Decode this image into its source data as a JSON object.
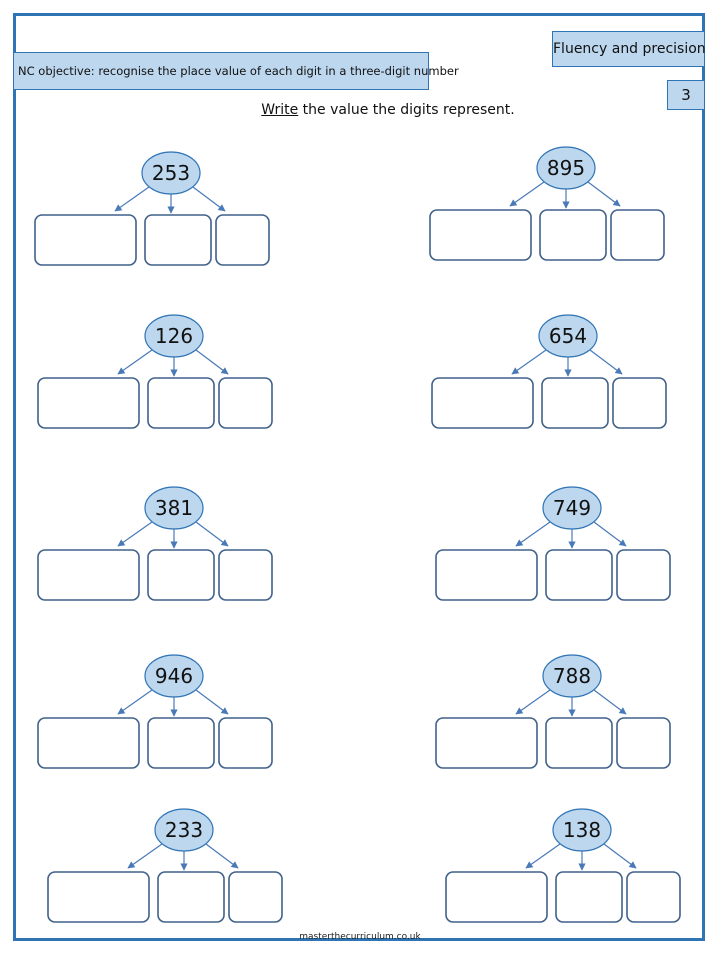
{
  "header": {
    "objective": "NC objective: recognise the place value of each digit in a three-digit number",
    "strand": "Fluency and precision",
    "page_number": "3"
  },
  "instruction": {
    "underlined": "Write",
    "rest": " the value the digits represent."
  },
  "numbers": [
    "253",
    "895",
    "126",
    "654",
    "381",
    "749",
    "946",
    "788",
    "233",
    "138"
  ],
  "footer": "masterthecurriculum.co.uk",
  "colors": {
    "border": "#2f74b5",
    "fill": "#bdd7ee",
    "box_border": "#40618a",
    "arrow": "#4a79b8"
  }
}
